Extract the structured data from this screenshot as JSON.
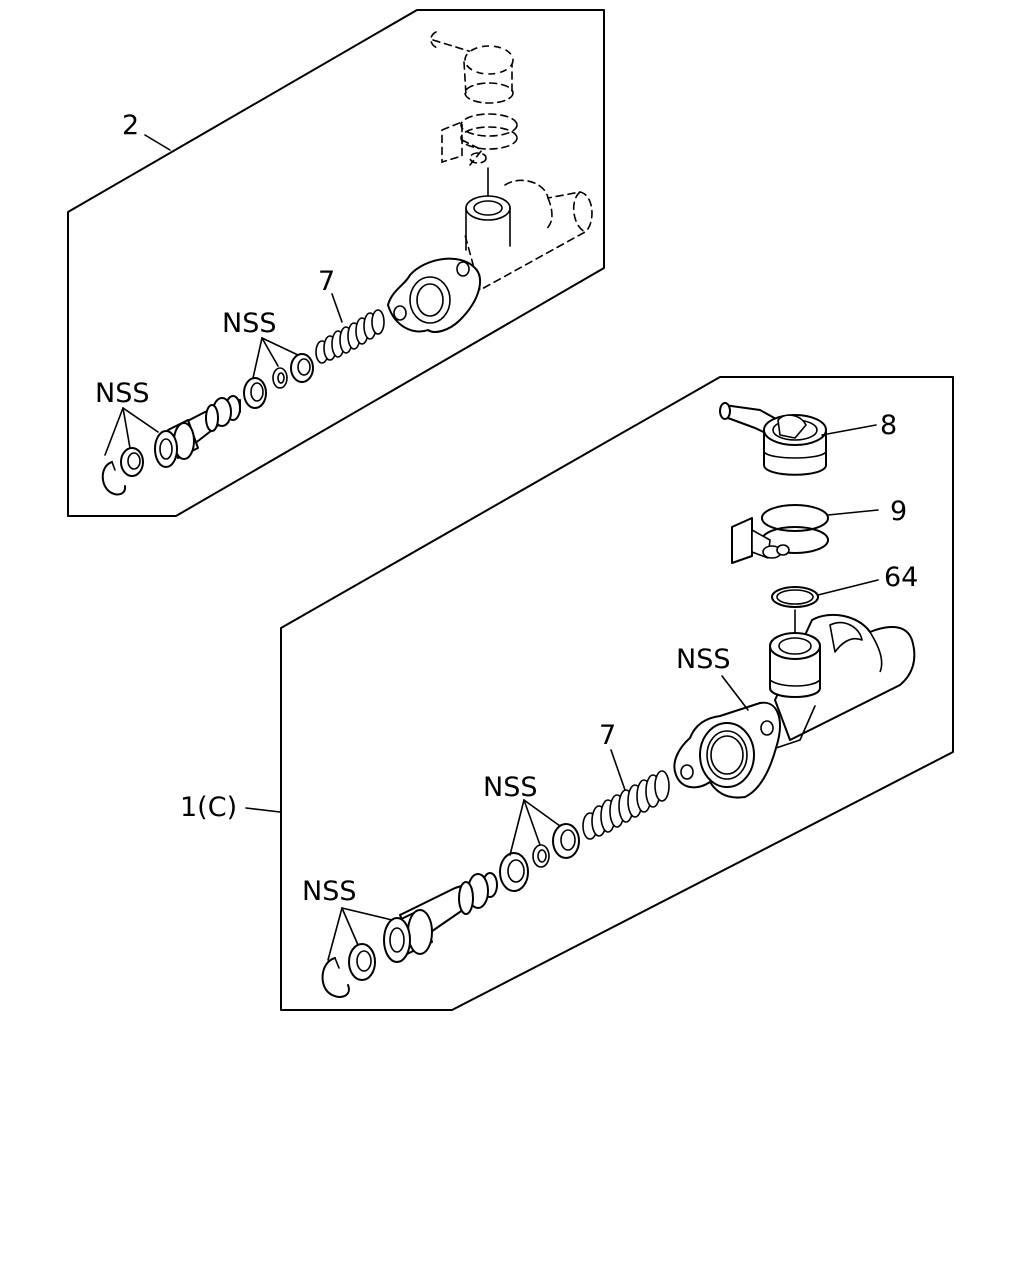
{
  "upper_assembly": {
    "callout_label": "2",
    "part_labels": {
      "spring": "7",
      "inner_seals": "NSS",
      "outer_seals": "NSS"
    }
  },
  "lower_assembly": {
    "callout_label": "1(C)",
    "part_labels": {
      "reservoir_cap": "8",
      "hose_clamp": "9",
      "o_ring": "64",
      "body": "NSS",
      "spring": "7",
      "inner_seals": "NSS",
      "outer_seals": "NSS"
    }
  }
}
